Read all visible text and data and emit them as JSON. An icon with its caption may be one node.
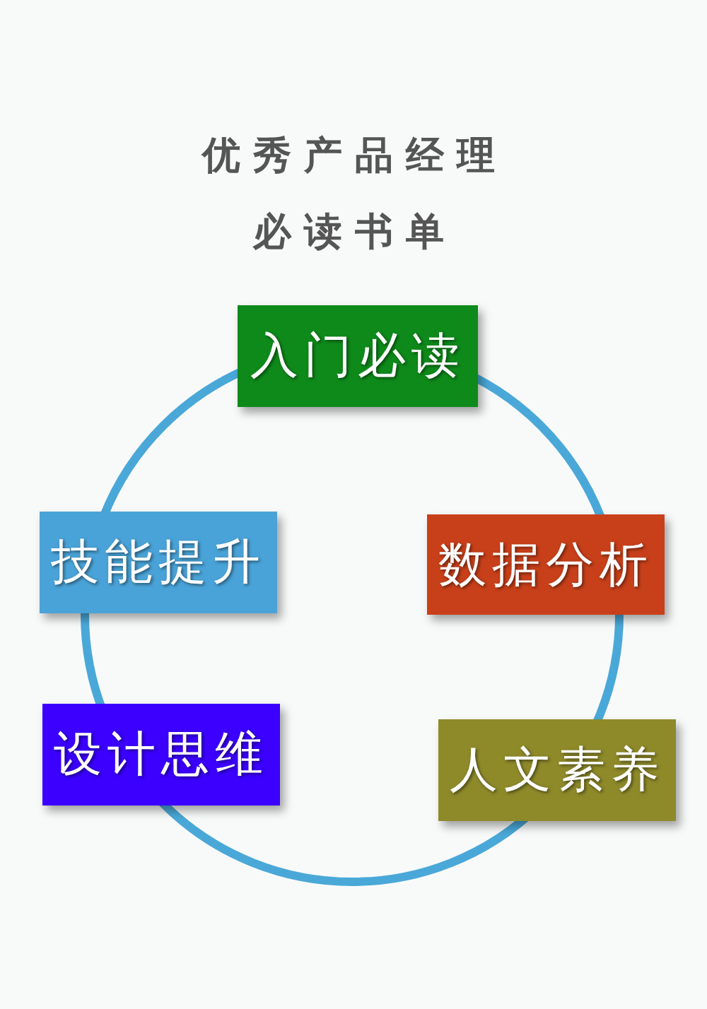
{
  "diagram": {
    "title": "优秀产品经理必读书单",
    "nodes": [
      {
        "text": [
          "入门必读"
        ]
      },
      {
        "text": [
          "技能提升"
        ]
      },
      {
        "text": [
          "数据分析"
        ]
      },
      {
        "text": [
          "设计思维"
        ]
      },
      {
        "text": [
          "人文素养"
        ]
      }
    ]
  }
}
